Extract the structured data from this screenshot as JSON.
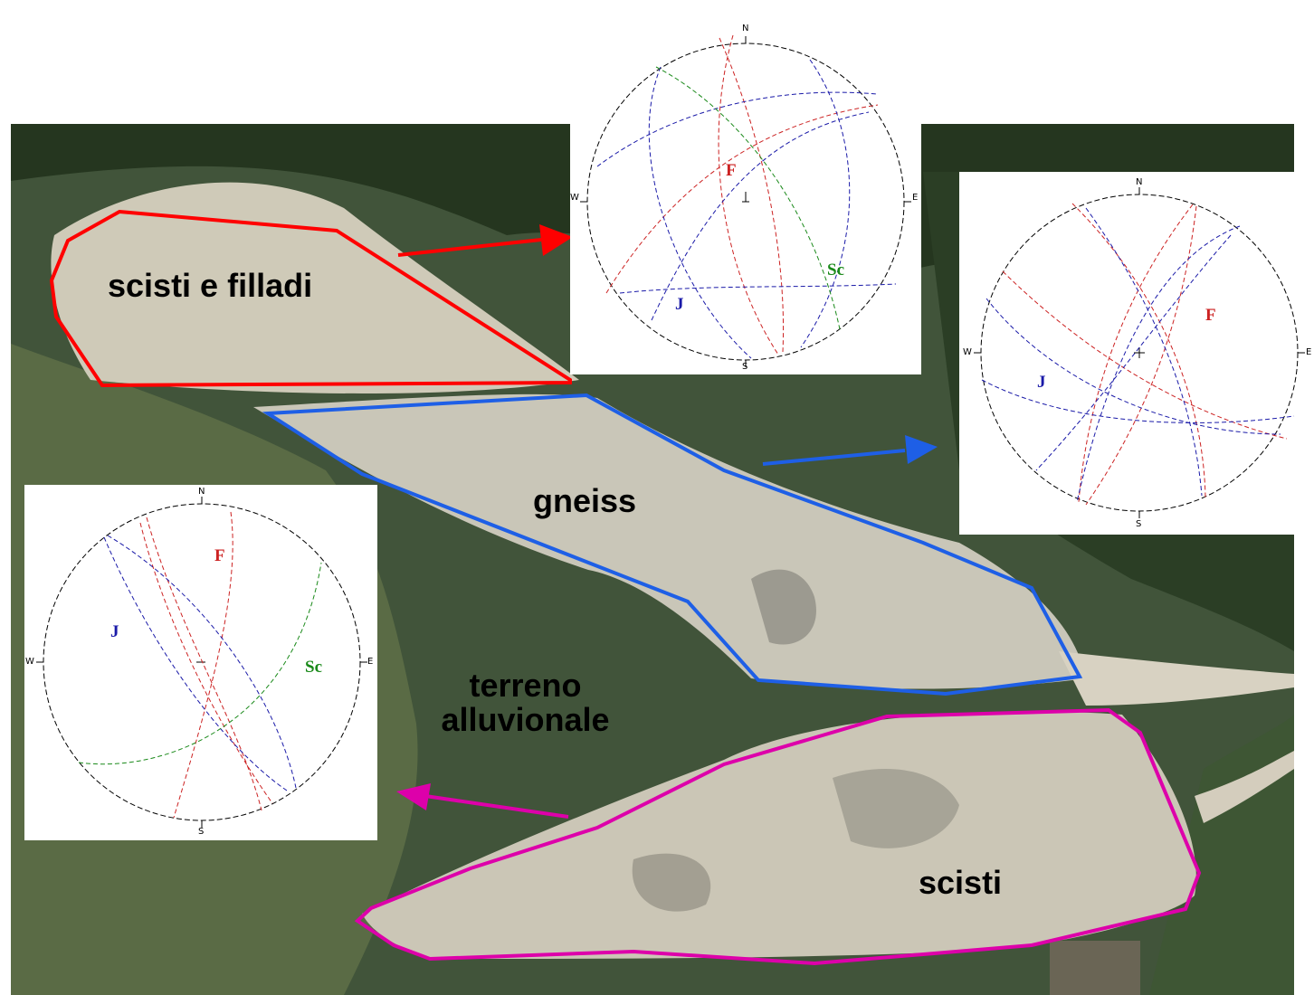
{
  "zones": [
    {
      "key": "scisti_e_filladi",
      "label": "scisti e filladi",
      "color": "#ff0000"
    },
    {
      "key": "gneiss",
      "label": "gneiss",
      "color": "#1e5fe6"
    },
    {
      "key": "scisti",
      "label": "scisti",
      "color": "#dd00aa"
    }
  ],
  "terrain_label": {
    "line1": "terreno",
    "line2": "alluvionale"
  },
  "stereonets": [
    {
      "key": "top",
      "directions": {
        "n": "N",
        "s": "S",
        "e": "E",
        "w": "W"
      },
      "sets": {
        "fault": "F",
        "joint": "J",
        "schistosity": "Sc"
      }
    },
    {
      "key": "right",
      "directions": {
        "n": "N",
        "s": "S",
        "e": "E",
        "w": "W"
      },
      "sets": {
        "fault": "F",
        "joint": "J"
      }
    },
    {
      "key": "left",
      "directions": {
        "n": "N",
        "s": "S",
        "e": "E",
        "w": "W"
      },
      "sets": {
        "fault": "F",
        "joint": "J",
        "schistosity": "Sc"
      }
    }
  ],
  "set_colors": {
    "fault": "#cc2222",
    "joint": "#1a1aa8",
    "schistosity": "#1a8a1a"
  }
}
